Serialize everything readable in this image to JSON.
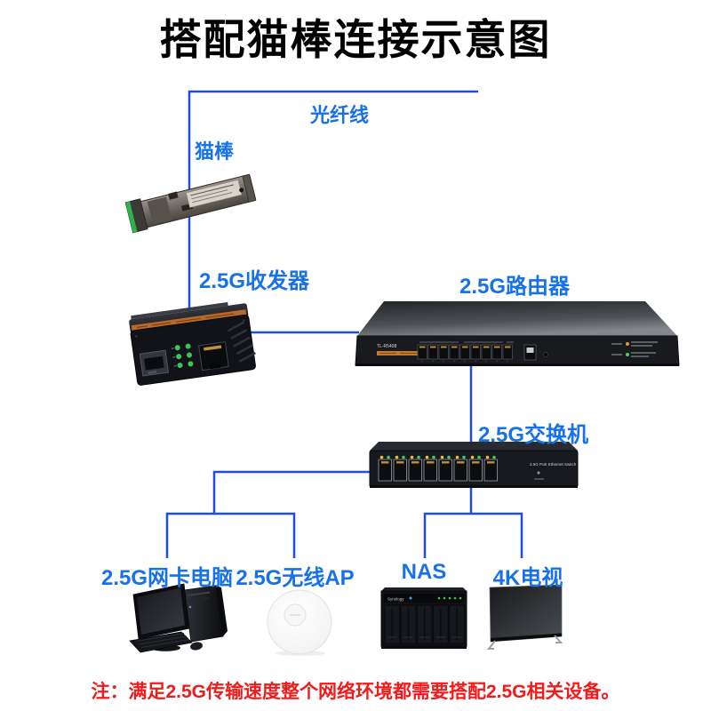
{
  "title": "搭配猫棒连接示意图",
  "note": "注：满足2.5G传输速度整个网络环境都需要搭配2.5G相关设备。",
  "labels": {
    "fiber_line": "光纤线",
    "modem_stick": "猫棒",
    "transceiver": "2.5G收发器",
    "router": "2.5G路由器",
    "switch": "2.5G交换机",
    "pc": "2.5G网卡电脑",
    "wireless_ap": "2.5G无线AP",
    "nas": "NAS",
    "tv": "4K电视"
  },
  "device_markings": {
    "router_model": "TL-R5408",
    "switch_marking": "2.5G PoE Ethernet Switch",
    "nas_brand": "Synology"
  },
  "colors": {
    "connector_line": "#1d4de6",
    "label_text": "#1771e8",
    "note_text": "#f21b1b",
    "title_text": "#000000"
  }
}
